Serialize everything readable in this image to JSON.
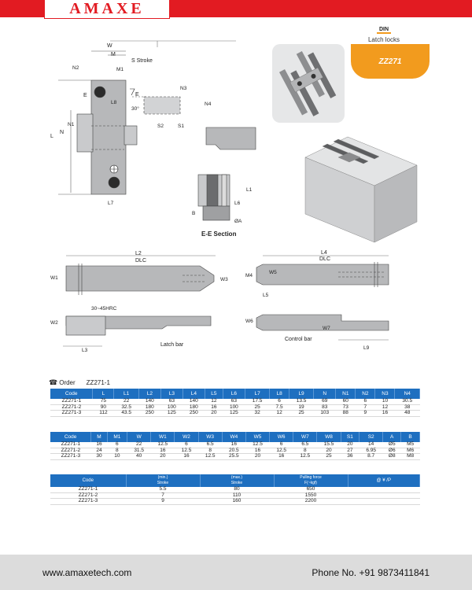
{
  "brand": {
    "logo": "AMAXE",
    "red": "#e21b22",
    "orange": "#f29b1e",
    "blue": "#1e6fc0"
  },
  "header": {
    "din": "DIN",
    "category": "Latch locks",
    "product_code": "ZZ271"
  },
  "drawing_labels": {
    "w": "W",
    "m": "M",
    "m1": "M1",
    "s_stroke": "S Stroke",
    "n2": "N2",
    "n3": "N3",
    "n4": "N4",
    "l": "L",
    "n": "N",
    "n1": "N1",
    "l8": "L8",
    "l7": "L7",
    "e": "E",
    "angle30": "30°",
    "s1": "S1",
    "s2": "S2",
    "b": "B",
    "l1": "L1",
    "l6": "L6",
    "phi_a": "ØA",
    "section": "E-E Section",
    "l2": "L2",
    "dlc": "DLC",
    "w1": "W1",
    "w3": "W3",
    "w2": "W2",
    "l3": "L3",
    "hrc": "30~45HRC",
    "latch_bar": "Latch bar",
    "l4": "L4",
    "dlc2": "DLC",
    "m4": "M4",
    "w5": "W5",
    "l5": "L5",
    "w6": "W6",
    "w7": "W7",
    "l9": "L9",
    "control_bar": "Control bar"
  },
  "order": {
    "label": "Order",
    "example": "ZZ271-1"
  },
  "table1": {
    "headers": [
      "Code",
      "L",
      "L1",
      "L2",
      "L3",
      "L4",
      "L5",
      "L6",
      "L7",
      "L8",
      "L9",
      "N",
      "N1",
      "N2",
      "N3",
      "N4"
    ],
    "rows": [
      [
        "ZZ271-1",
        "75",
        "22",
        "140",
        "63",
        "140",
        "12",
        "63",
        "17.5",
        "6",
        "13.5",
        "69",
        "60",
        "6",
        "10",
        "30.5"
      ],
      [
        "ZZ271-2",
        "90",
        "32.5",
        "180",
        "100",
        "180",
        "16",
        "100",
        "25",
        "7.5",
        "19",
        "83",
        "73",
        "7",
        "12",
        "38"
      ],
      [
        "ZZ271-3",
        "112",
        "43.5",
        "250",
        "125",
        "250",
        "20",
        "125",
        "32",
        "12",
        "25",
        "103",
        "88",
        "9",
        "16",
        "48"
      ]
    ]
  },
  "table2": {
    "headers": [
      "Code",
      "M",
      "M1",
      "W",
      "W1",
      "W2",
      "W3",
      "W4",
      "W5",
      "W6",
      "W7",
      "W8",
      "S1",
      "S2",
      "A",
      "B"
    ],
    "rows": [
      [
        "ZZ271-1",
        "16",
        "6",
        "22",
        "12.5",
        "6",
        "6.5",
        "16",
        "12.5",
        "6",
        "6.5",
        "15.5",
        "20",
        "14",
        "Ø5",
        "M5"
      ],
      [
        "ZZ271-2",
        "24",
        "8",
        "31.5",
        "16",
        "12.5",
        "8",
        "20.5",
        "16",
        "12.5",
        "8",
        "20",
        "27",
        "6.95",
        "Ø6",
        "M6"
      ],
      [
        "ZZ271-3",
        "30",
        "10",
        "40",
        "20",
        "16",
        "12.5",
        "25.5",
        "20",
        "16",
        "12.5",
        "25",
        "36",
        "8.7",
        "Ø8",
        "M8"
      ]
    ]
  },
  "table3": {
    "headers": {
      "code": "Code",
      "min_top": "(min.)",
      "min_bottom": "Stroke",
      "max_top": "(max.)",
      "max_bottom": "Stroke",
      "pull_top": "Pulling force",
      "pull_bottom": "F(~kgf)",
      "price": "@ ¥ /P"
    },
    "rows": [
      [
        "ZZ271-1",
        "5.5",
        "80",
        "650",
        ""
      ],
      [
        "ZZ271-2",
        "7",
        "110",
        "1550",
        ""
      ],
      [
        "ZZ271-3",
        "9",
        "160",
        "2200",
        ""
      ]
    ]
  },
  "footer": {
    "website": "www.amaxetech.com",
    "phone": "Phone No. +91 9873411841"
  }
}
